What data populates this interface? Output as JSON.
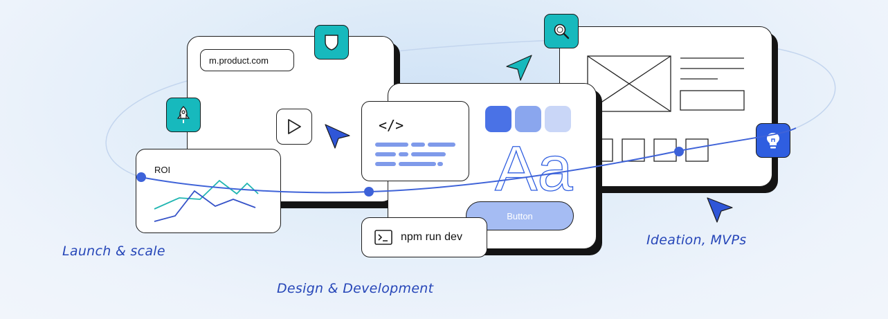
{
  "url_bar": {
    "text": "m.product.com"
  },
  "roi_card": {
    "title": "ROI"
  },
  "terminal": {
    "command": "npm run dev"
  },
  "design_card": {
    "code_tag": "</>",
    "type_sample": "Aa",
    "button_label": "Button"
  },
  "labels": {
    "launch": "Launch & scale",
    "design": "Design & Development",
    "ideation": "Ideation, MVPs"
  },
  "colors": {
    "teal": "#17b9bd",
    "blue": "#2f5ee0",
    "swatches": [
      "#4a72e6",
      "#8aa6ee",
      "#c9d6f7"
    ],
    "button": "#a5bcf3",
    "orbit": "#3f63d8"
  },
  "icons": [
    "shield-icon",
    "rocket-icon",
    "play-icon",
    "search-icon",
    "lightbulb-icon",
    "terminal-icon",
    "cursor-icon"
  ]
}
